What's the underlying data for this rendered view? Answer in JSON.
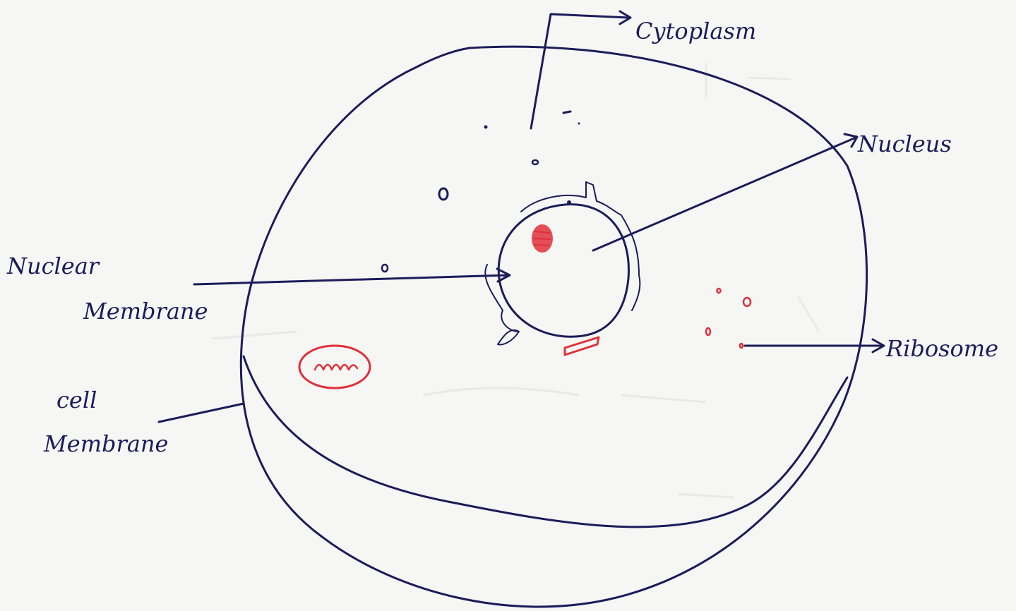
{
  "labels": {
    "cytoplasm": "Cytoplasm",
    "nucleus": "Nucleus",
    "ribosome": "Ribosome",
    "nuclear_membrane_line1": "Nuclear",
    "nuclear_membrane_line2": "Membrane",
    "cell_membrane_line1": "cell",
    "cell_membrane_line2": "Membrane"
  },
  "colors": {
    "ink": "#1c1c5a",
    "red": "#e0303a",
    "paper": "#f6f6f4"
  }
}
